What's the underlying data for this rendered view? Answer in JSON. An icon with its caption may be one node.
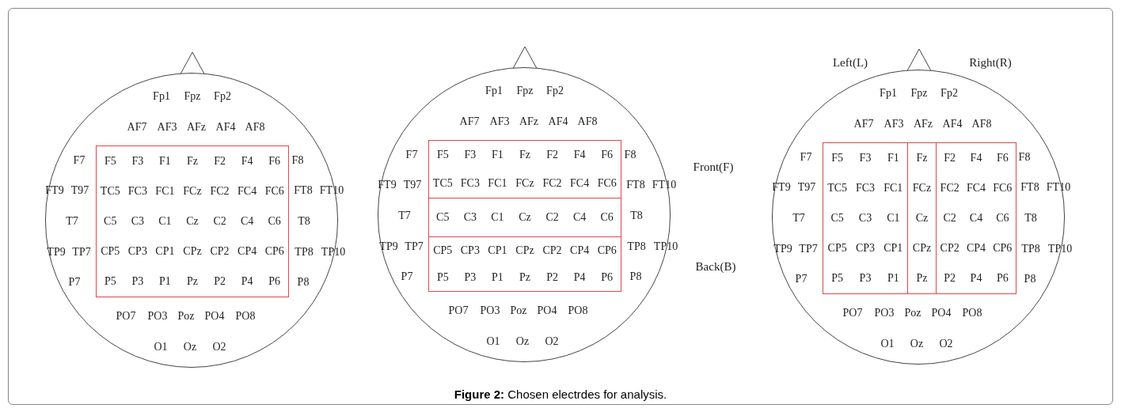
{
  "diagram": {
    "caption": "**Figure 2:** Chosen electrdes for analysis.",
    "nodes": [
      {
        "text": [
          "Fp1",
          "Fpz",
          "Fp2",
          "AF7",
          "AF3",
          "AFz",
          "AF4",
          "AF8",
          "F7",
          "F8",
          "FT9",
          "T97",
          "FT8",
          "FT10",
          "T7",
          "T8",
          "TP9",
          "TP7",
          "TP8",
          "TP10",
          "P7",
          "P8",
          "PO7",
          "PO3",
          "Poz",
          "PO4",
          "PO8",
          "O1",
          "Oz",
          "O2"
        ]
      },
      {
        "text": [
          "F5",
          "F3",
          "F1",
          "Fz",
          "F2",
          "F4",
          "F6",
          "TC5",
          "FC3",
          "FC1",
          "FCz",
          "FC2",
          "FC4",
          "FC6",
          "C5",
          "C3",
          "C1",
          "Cz",
          "C2",
          "C4",
          "C6",
          "CP5",
          "CP3",
          "CP1",
          "CPz",
          "CP2",
          "CP4",
          "CP6",
          "P5",
          "P3",
          "P1",
          "Pz",
          "P2",
          "P4",
          "P6"
        ],
        "in": 0
      },
      {
        "text": [
          "Fp1",
          "Fpz",
          "Fp2",
          "AF7",
          "AF3",
          "AFz",
          "AF4",
          "AF8",
          "F7",
          "F8",
          "FT9",
          "T97",
          "FT8",
          "FT10",
          "T7",
          "T8",
          "TP9",
          "TP7",
          "TP8",
          "TP10",
          "P7",
          "P8",
          "PO7",
          "PO3",
          "Poz",
          "PO4",
          "PO8",
          "O1",
          "Oz",
          "O2"
        ],
        "beside": [
          "Front(F)",
          "Back(B)"
        ]
      },
      {
        "text": [
          "F5",
          "F3",
          "F1",
          "Fz",
          "F2",
          "F4",
          "F6",
          "TC5",
          "FC3",
          "FC1",
          "FCz",
          "FC2",
          "FC4",
          "FC6"
        ],
        "in": 2
      },
      {
        "text": [
          "C5",
          "C3",
          "C1",
          "Cz",
          "C2",
          "C4",
          "C6"
        ],
        "in": 2
      },
      {
        "text": [
          "CP5",
          "CP3",
          "CP1",
          "CPz",
          "CP2",
          "CP4",
          "CP6",
          "P5",
          "P3",
          "P1",
          "Pz",
          "P2",
          "P4",
          "P6"
        ],
        "in": 2
      },
      {
        "text": [
          "Fp1",
          "Fpz",
          "Fp2",
          "AF7",
          "AF3",
          "AFz",
          "AF4",
          "AF8",
          "F7",
          "F8",
          "FT9",
          "T97",
          "FT8",
          "FT10",
          "T7",
          "T8",
          "TP9",
          "TP7",
          "TP8",
          "TP10",
          "P7",
          "P8",
          "PO7",
          "PO3",
          "Poz",
          "PO4",
          "PO8",
          "O1",
          "Oz",
          "O2"
        ],
        "beside": [
          "Left(L)",
          "Right(R)"
        ]
      },
      {
        "text": [
          "F5",
          "F3",
          "F1",
          "TC5",
          "FC3",
          "FC1",
          "C5",
          "C3",
          "C1",
          "CP5",
          "CP3",
          "CP1",
          "P5",
          "P3",
          "P1"
        ],
        "in": 6
      },
      {
        "text": [
          "Fz",
          "FCz",
          "Cz",
          "CPz",
          "Pz"
        ],
        "in": 6
      },
      {
        "text": [
          "F2",
          "F4",
          "F6",
          "FC2",
          "FC4",
          "FC6",
          "C2",
          "C4",
          "C6",
          "CP2",
          "CP4",
          "CP6",
          "P2",
          "P4",
          "P6"
        ],
        "in": 6
      }
    ],
    "edges": []
  }
}
